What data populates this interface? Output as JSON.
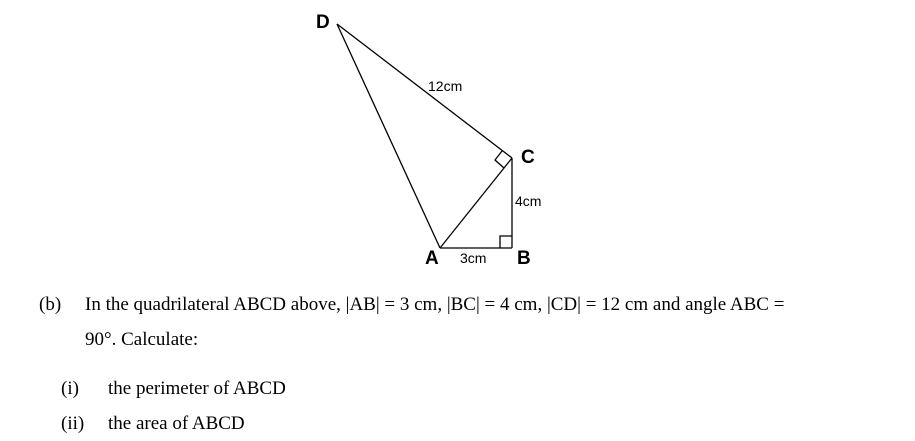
{
  "diagram": {
    "vertices": {
      "A": "A",
      "B": "B",
      "C": "C",
      "D": "D"
    },
    "lengths": {
      "AB": "3cm",
      "BC": "4cm",
      "CD": "12cm"
    },
    "stroke_color": "#000000"
  },
  "question": {
    "part_b": {
      "marker": "(b)",
      "text_line1": "In the quadrilateral ABCD above, |AB| = 3 cm, |BC| = 4 cm, |CD| = 12 cm and angle ABC =",
      "text_line2": "90°. Calculate:"
    },
    "subparts": [
      {
        "marker": "(i)",
        "text": "the perimeter of ABCD"
      },
      {
        "marker": "(ii)",
        "text": "the area of ABCD"
      }
    ]
  }
}
